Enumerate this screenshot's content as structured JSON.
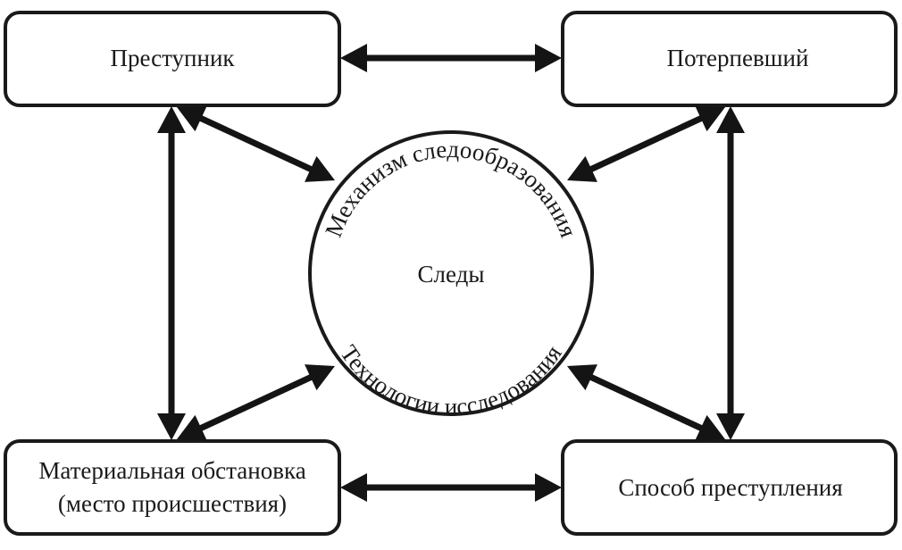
{
  "diagram": {
    "nodes": {
      "criminal": {
        "label": "Преступник"
      },
      "victim": {
        "label": "Потерпевший"
      },
      "material_setting": {
        "lines": [
          "Материальная обстановка",
          "(место происшествия)"
        ]
      },
      "method": {
        "label": "Способ преступления"
      }
    },
    "center": {
      "label": "Следы",
      "top_arc_text": "Механизм следообразования",
      "bottom_arc_text": "Технологии исследования"
    },
    "edges": [
      {
        "from": "criminal",
        "to": "victim",
        "type": "bidirectional"
      },
      {
        "from": "material_setting",
        "to": "method",
        "type": "bidirectional"
      },
      {
        "from": "criminal",
        "to": "material_setting",
        "type": "bidirectional"
      },
      {
        "from": "victim",
        "to": "method",
        "type": "bidirectional"
      },
      {
        "from": "criminal",
        "to": "center",
        "type": "bidirectional"
      },
      {
        "from": "victim",
        "to": "center",
        "type": "bidirectional"
      },
      {
        "from": "material_setting",
        "to": "center",
        "type": "bidirectional"
      },
      {
        "from": "method",
        "to": "center",
        "type": "bidirectional"
      }
    ],
    "colors": {
      "stroke": "#1a1a1a",
      "background": "#ffffff"
    }
  }
}
